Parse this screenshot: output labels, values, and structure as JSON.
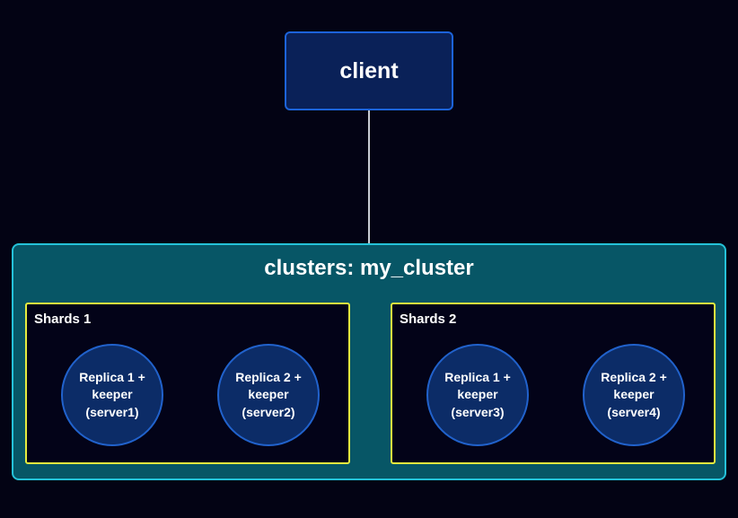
{
  "colors": {
    "background": "#030314",
    "client_fill": "#0a2158",
    "client_border": "#1c63d9",
    "cluster_fill": "#075666",
    "cluster_border": "#25c2d8",
    "shard_fill": "#030318",
    "shard_border": "#e5eb3e",
    "replica_fill": "#0c2c67",
    "replica_border": "#2162cc",
    "connector_line": "#c9cdd4",
    "text": "#ffffff"
  },
  "client": {
    "label": "client"
  },
  "cluster": {
    "title": "clusters: my_cluster",
    "shards": [
      {
        "label": "Shards 1",
        "replicas": [
          {
            "text": "Replica 1 +\nkeeper\n(server1)"
          },
          {
            "text": "Replica 2 +\nkeeper\n(server2)"
          }
        ]
      },
      {
        "label": "Shards 2",
        "replicas": [
          {
            "text": "Replica 1 +\nkeeper\n(server3)"
          },
          {
            "text": "Replica 2 +\nkeeper\n(server4)"
          }
        ]
      }
    ]
  }
}
